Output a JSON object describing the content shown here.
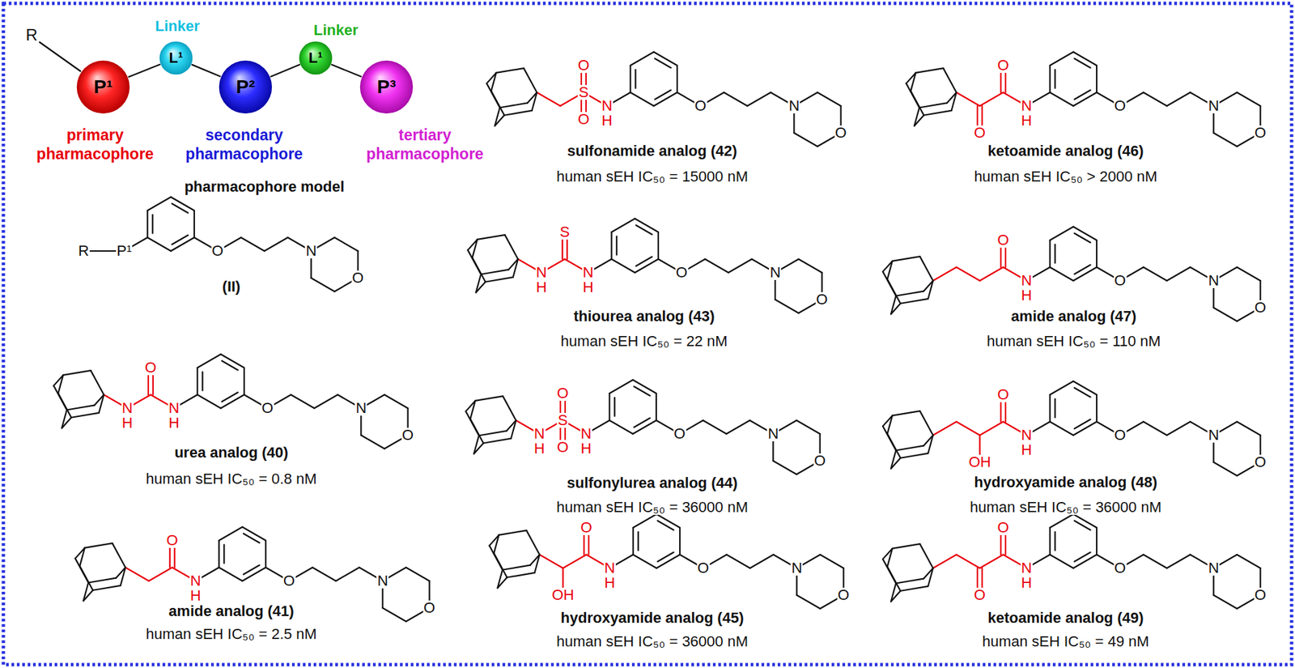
{
  "diagram": {
    "nodes": [
      {
        "text": [
          "P¹"
        ]
      },
      {
        "text": [
          "L¹"
        ]
      },
      {
        "text": [
          "P²"
        ]
      },
      {
        "text": [
          "L¹"
        ]
      },
      {
        "text": [
          "P³"
        ]
      }
    ],
    "edges": [
      {
        "from": 0,
        "to": 1,
        "arrow": "none"
      },
      {
        "from": 1,
        "to": 2,
        "arrow": "none"
      },
      {
        "from": 2,
        "to": 3,
        "arrow": "none"
      },
      {
        "from": 3,
        "to": 4,
        "arrow": "none"
      }
    ],
    "labels": [
      "R",
      "Linker",
      "Linker",
      "primary pharmacophore",
      "secondary pharmacophore",
      "tertiary pharmacophore",
      "pharmacophore model",
      "R",
      "P¹",
      "O",
      "N",
      "O",
      "(II)",
      "N",
      "H",
      "O",
      "N",
      "H",
      "O",
      "N",
      "O",
      "urea analog (40)",
      "human sEH IC₅₀ = 0.8 nM",
      "O",
      "N",
      "H",
      "O",
      "N",
      "O",
      "amide analog (41)",
      "human sEH IC₅₀ = 2.5 nM",
      "O",
      "S",
      "O",
      "N",
      "H",
      "O",
      "N",
      "O",
      "sulfonamide analog (42)",
      "human sEH IC₅₀ = 15000 nM",
      "N",
      "H",
      "S",
      "N",
      "H",
      "O",
      "N",
      "O",
      "thiourea analog (43)",
      "human sEH IC₅₀ = 22 nM",
      "N",
      "H",
      "O",
      "S",
      "O",
      "N",
      "H",
      "O",
      "N",
      "O",
      "sulfonylurea analog (44)",
      "human sEH IC₅₀ = 36000 nM",
      "OH",
      "O",
      "N",
      "H",
      "O",
      "N",
      "O",
      "hydroxyamide analog (45)",
      "human sEH IC₅₀ = 36000 nM",
      "O",
      "O",
      "N",
      "H",
      "O",
      "N",
      "O",
      "ketoamide analog (46)",
      "human sEH IC₅₀ > 2000 nM",
      "O",
      "N",
      "H",
      "O",
      "N",
      "O",
      "amide analog (47)",
      "human sEH IC₅₀ = 110 nM",
      "OH",
      "O",
      "N",
      "H",
      "O",
      "N",
      "O",
      "hydroxyamide analog (48)",
      "human sEH IC₅₀ = 36000 nM",
      "O",
      "O",
      "N",
      "H",
      "O",
      "N",
      "O",
      "ketoamide analog (49)",
      "human sEH IC₅₀ = 49 nM"
    ]
  }
}
